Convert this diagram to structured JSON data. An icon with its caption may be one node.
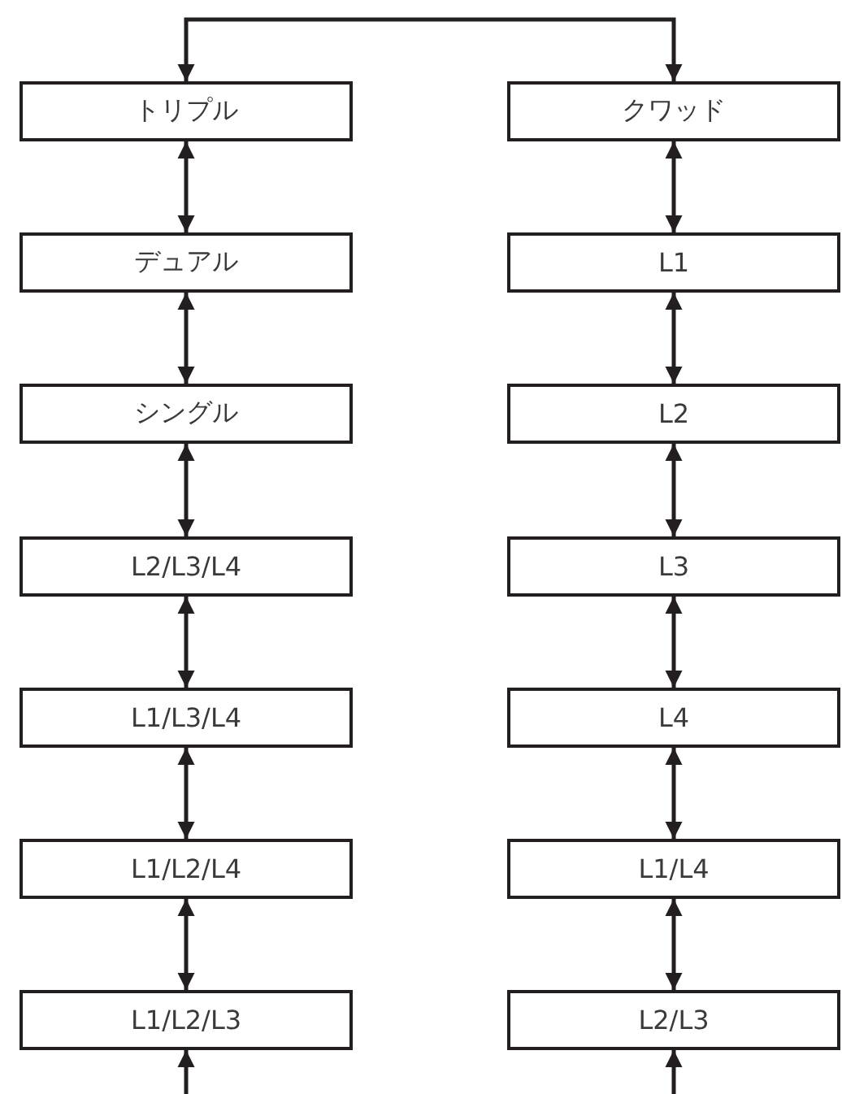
{
  "diagram": {
    "nodes": [
      {
        "text": [
          "トリプル"
        ]
      },
      {
        "text": [
          "デュアル"
        ]
      },
      {
        "text": [
          "シングル"
        ]
      },
      {
        "text": [
          "L2/L3/L4"
        ]
      },
      {
        "text": [
          "L1/L3/L4"
        ]
      },
      {
        "text": [
          "L1/L2/L4"
        ]
      },
      {
        "text": [
          "L1/L2/L3"
        ]
      },
      {
        "text": [
          "クワッド"
        ]
      },
      {
        "text": [
          "L1"
        ]
      },
      {
        "text": [
          "L2"
        ]
      },
      {
        "text": [
          "L3"
        ]
      },
      {
        "text": [
          "L4"
        ]
      },
      {
        "text": [
          "L1/L4"
        ]
      },
      {
        "text": [
          "L2/L3"
        ]
      }
    ],
    "edges": [
      {
        "from": 0,
        "to": 7,
        "arrow": "both"
      },
      {
        "from": 0,
        "to": 1,
        "arrow": "both"
      },
      {
        "from": 1,
        "to": 2,
        "arrow": "both"
      },
      {
        "from": 2,
        "to": 3,
        "arrow": "both"
      },
      {
        "from": 3,
        "to": 4,
        "arrow": "both"
      },
      {
        "from": 4,
        "to": 5,
        "arrow": "both"
      },
      {
        "from": 5,
        "to": 6,
        "arrow": "both"
      },
      {
        "from": null,
        "to": 6,
        "arrow": "to"
      },
      {
        "from": 7,
        "to": 8,
        "arrow": "both"
      },
      {
        "from": 8,
        "to": 9,
        "arrow": "both"
      },
      {
        "from": 9,
        "to": 10,
        "arrow": "both"
      },
      {
        "from": 10,
        "to": 11,
        "arrow": "both"
      },
      {
        "from": 11,
        "to": 12,
        "arrow": "both"
      },
      {
        "from": 12,
        "to": 13,
        "arrow": "both"
      },
      {
        "from": null,
        "to": 13,
        "arrow": "to"
      }
    ]
  }
}
